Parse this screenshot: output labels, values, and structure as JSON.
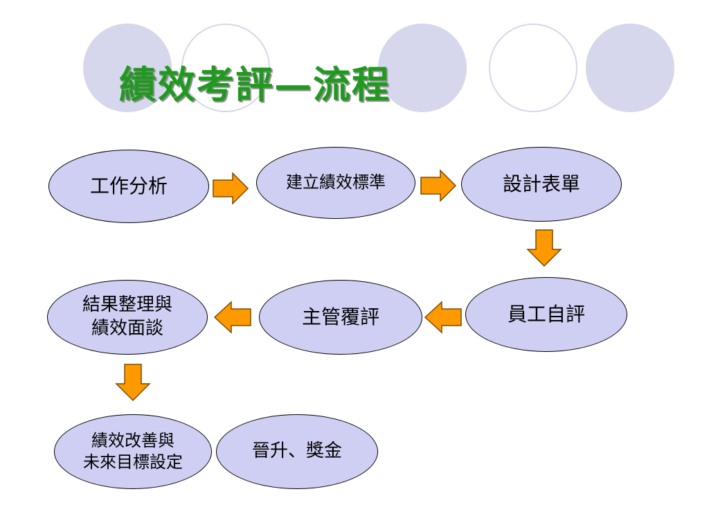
{
  "title": "績效考評—流程",
  "steps": {
    "job_analysis": "工作分析",
    "set_standards": "建立績效標準",
    "design_forms": "設計表單",
    "self_review": "員工自評",
    "manager_review": "主管覆評",
    "results_line1": "結果整理與",
    "results_line2": "績效面談",
    "improve_line1": "績效改善與",
    "improve_line2": "未來目標設定",
    "promotion": "晉升、獎金"
  },
  "colors": {
    "node_fill": "#cfcff3",
    "arrow_fill": "#ff9900",
    "title": "#1f9a1f",
    "decoration": "#d6d6ec"
  }
}
